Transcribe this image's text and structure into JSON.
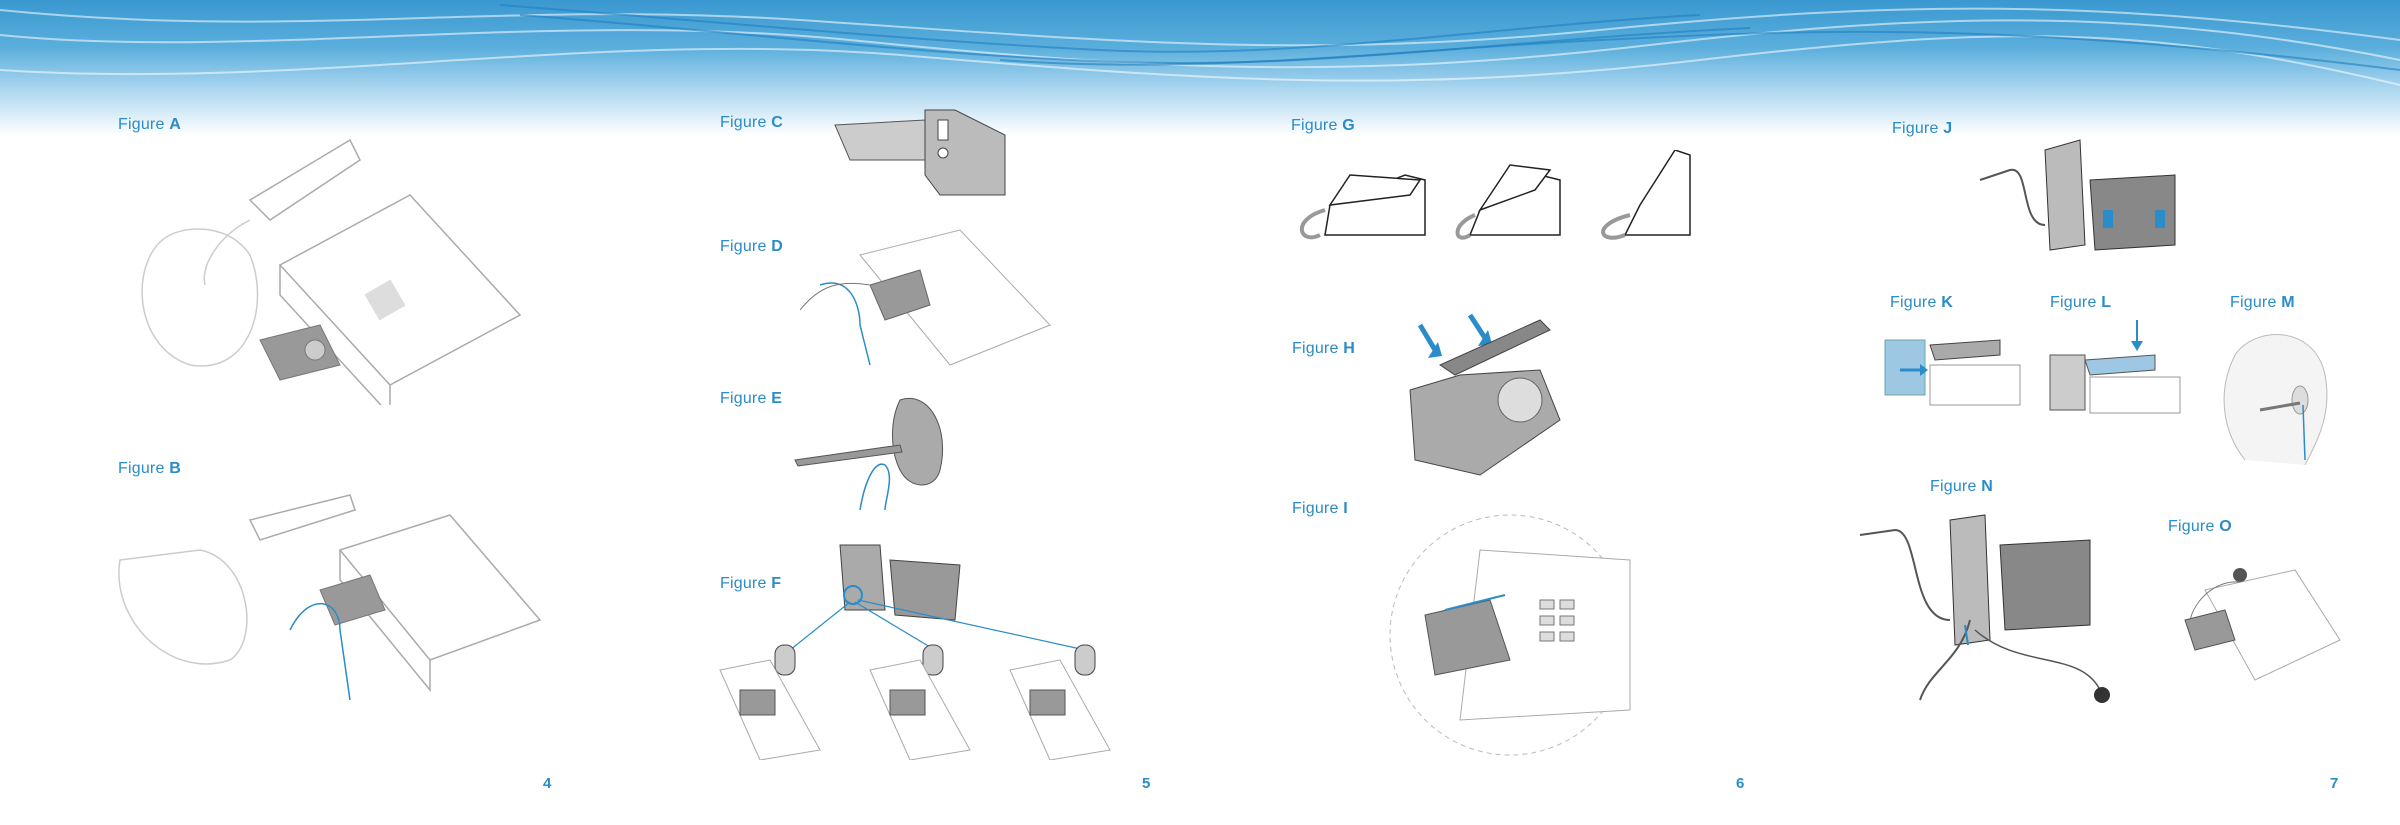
{
  "figures": {
    "A": {
      "prefix": "Figure",
      "letter": "A"
    },
    "B": {
      "prefix": "Figure",
      "letter": "B"
    },
    "C": {
      "prefix": "Figure",
      "letter": "C"
    },
    "D": {
      "prefix": "Figure",
      "letter": "D"
    },
    "E": {
      "prefix": "Figure",
      "letter": "E"
    },
    "F": {
      "prefix": "Figure",
      "letter": "F"
    },
    "G": {
      "prefix": "Figure",
      "letter": "G"
    },
    "H": {
      "prefix": "Figure",
      "letter": "H"
    },
    "I": {
      "prefix": "Figure",
      "letter": "I"
    },
    "J": {
      "prefix": "Figure",
      "letter": "J"
    },
    "K": {
      "prefix": "Figure",
      "letter": "K"
    },
    "L": {
      "prefix": "Figure",
      "letter": "L"
    },
    "M": {
      "prefix": "Figure",
      "letter": "M"
    },
    "N": {
      "prefix": "Figure",
      "letter": "N"
    },
    "O": {
      "prefix": "Figure",
      "letter": "O"
    }
  },
  "page_numbers": [
    "4",
    "5",
    "6",
    "7"
  ],
  "colors": {
    "accent": "#2a8cc8",
    "header": "#3a98d0",
    "device": "#8c8c8c"
  }
}
